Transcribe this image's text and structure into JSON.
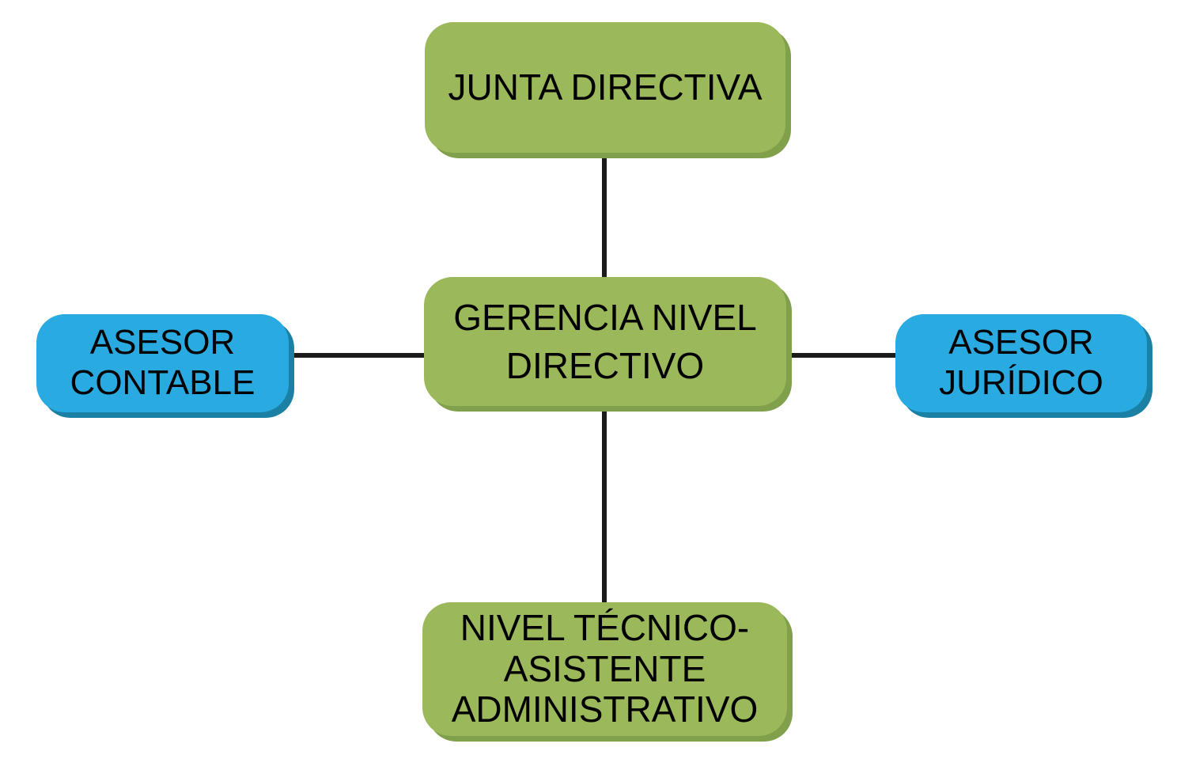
{
  "diagram": {
    "type": "org-chart",
    "colors": {
      "background": "#FFFFFF",
      "green_fill": "#9BB95A",
      "green_shadow": "#81A04B",
      "blue_fill": "#29ABE2",
      "blue_shadow": "#1A80A4",
      "connector": "#1B1B1B",
      "text": "#000000"
    },
    "nodes": [
      {
        "id": "junta-directiva",
        "label": "JUNTA DIRECTIVA",
        "lines": [
          "JUNTA DIRECTIVA"
        ],
        "color": "green"
      },
      {
        "id": "gerencia-nivel-directivo",
        "label": "GERENCIA NIVEL DIRECTIVO",
        "lines": [
          "GERENCIA NIVEL",
          "DIRECTIVO"
        ],
        "color": "green"
      },
      {
        "id": "asesor-contable",
        "label": "ASESOR CONTABLE",
        "lines": [
          "ASESOR",
          "CONTABLE"
        ],
        "color": "blue"
      },
      {
        "id": "asesor-juridico",
        "label": "ASESOR JURÍDICO",
        "lines": [
          "ASESOR",
          "JURÍDICO"
        ],
        "color": "blue"
      },
      {
        "id": "nivel-tecnico-asistente-administrativo",
        "label": "NIVEL TÉCNICO- ASISTENTE ADMINISTRATIVO",
        "lines": [
          "NIVEL TÉCNICO-",
          "ASISTENTE",
          "ADMINISTRATIVO"
        ],
        "color": "green"
      }
    ],
    "edges": [
      {
        "from": "junta-directiva",
        "to": "gerencia-nivel-directivo",
        "style": "vertical"
      },
      {
        "from": "asesor-contable",
        "to": "gerencia-nivel-directivo",
        "style": "horizontal"
      },
      {
        "from": "gerencia-nivel-directivo",
        "to": "asesor-juridico",
        "style": "horizontal"
      },
      {
        "from": "gerencia-nivel-directivo",
        "to": "nivel-tecnico-asistente-administrativo",
        "style": "vertical"
      }
    ]
  }
}
